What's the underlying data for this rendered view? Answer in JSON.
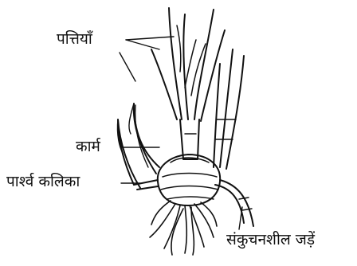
{
  "labels": {
    "leaves": "पत्तियाँ",
    "corm": "कार्म",
    "lateral_bud": "पार्श्व कलिका",
    "contractile_roots": "संकुचनशील जड़ें"
  },
  "colors": {
    "ink": "#111111",
    "background": "#ffffff"
  }
}
